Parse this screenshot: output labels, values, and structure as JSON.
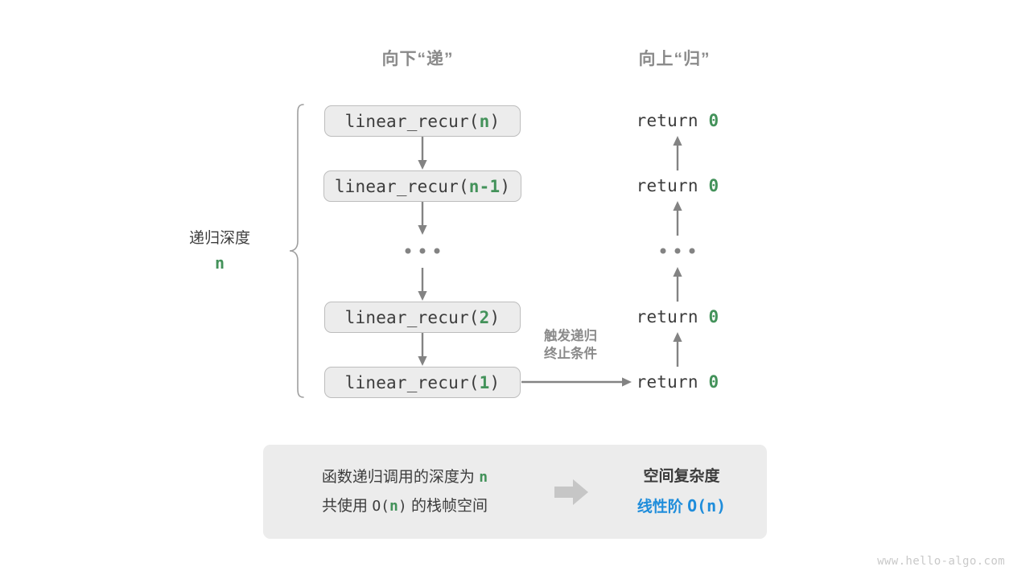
{
  "headers": {
    "down": "向下“递”",
    "up": "向上“归”"
  },
  "colors": {
    "accent_green": "#43925a",
    "accent_blue": "#1f8ddb",
    "box_fill": "#ececec",
    "box_border": "#bdbdbd",
    "arrow_gray": "#838383",
    "text_dark": "#3c3c3c",
    "muted_gray": "#8a8a8a"
  },
  "call_stack": [
    {
      "prefix": "linear_recur(",
      "arg": "n",
      "suffix": ")"
    },
    {
      "prefix": "linear_recur(",
      "arg": "n-1",
      "suffix": ")"
    },
    {
      "prefix": "linear_recur(",
      "arg": "2",
      "suffix": ")"
    },
    {
      "prefix": "linear_recur(",
      "arg": "1",
      "suffix": ")"
    }
  ],
  "returns": [
    {
      "keyword": "return",
      "value": "0"
    },
    {
      "keyword": "return",
      "value": "0"
    },
    {
      "keyword": "return",
      "value": "0"
    },
    {
      "keyword": "return",
      "value": "0"
    }
  ],
  "ellipsis": "• • •",
  "depth": {
    "title": "递归深度",
    "value": "n"
  },
  "terminate_note": {
    "line1": "触发递归",
    "line2": "终止条件"
  },
  "summary": {
    "left_line1_pre": "函数递归调用的深度为",
    "left_line1_var": "n",
    "left_line2_pre": "共使用",
    "left_line2_mid_open": "O(",
    "left_line2_var": "n",
    "left_line2_mid_close": ")",
    "left_line2_post": "的栈帧空间",
    "arrow_icon": "right-block-arrow-icon",
    "right_title": "空间复杂度",
    "right_label": "线性阶",
    "right_value": "O(n)"
  },
  "watermark": "www.hello-algo.com"
}
